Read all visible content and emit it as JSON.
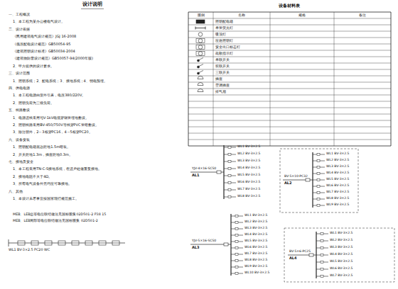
{
  "diagram": {
    "title": "设计说明",
    "labels": [
      "设备材料表",
      "一、工程概况",
      "1、本工程为某办公楼电气设计。",
      "二、设计依据",
      "《民用建筑电气设计规范》JGJ 16-2008",
      "《低压配电设计规范》GB50054-95",
      "《建筑照明设计标准》GB50034-2004",
      "《建筑物防雷设计规范》GB50057-94(2000年版)",
      "2、甲方提供的设计要求。",
      "三、设计范围",
      "1、照明系统；2、配电系统；3、接地系统；4、弱电预埋。",
      "四、供电电源",
      "1、本工程电源由室外引来，电压380/220V。",
      "2、照明负荷为三级负荷。",
      "五、线路敷设",
      "1、电源进线采用YJV-1kV电缆穿钢管埋地敷设。",
      "2、照明线路采用BV-450/750V导线穿PVC管暗敷设。",
      "3、除注明外，2～3根穿PC16，4～5根穿PC20。",
      "六、设备安装",
      "1、照明配电箱底边距地1.5m暗装。",
      "2、开关距地1.3m，插座距地0.3m。",
      "七、接地及安全",
      "1、本工程采用TN-C-S接地系统，在进户处做重复接地。",
      "2、接地电阻不大于4Ω。",
      "3、所有电气设备外壳均应可靠接地。",
      "八、其他",
      "1、本设计未尽事宜按国家现行规范施工。",
      "MEB、LEB总等电位联结做法见国标图集02D501-2 P38 15",
      "MEB、LEB局部等电位联结做法见国标图集 02D501-2",
      "WL1 BV-3×2.5 PC20 WC",
      "图例",
      "名称",
      "规格",
      "备注",
      "照明配电箱",
      "单管荧光灯",
      "吸顶灯",
      "应急照明灯",
      "安全出口标志灯",
      "疏散指示灯",
      "单联开关",
      "双联开关",
      "三联开关",
      "插座",
      "空调插座",
      "排气扇",
      "AL1",
      "YJV-4×16-SC50",
      "WL1 BV-3×2.5",
      "WL2 BV-3×2.5",
      "WL3 BV-3×2.5",
      "WL4 BV-3×2.5",
      "WL5 BV-3×2.5",
      "WL6 BV-3×2.5",
      "WL7 BV-3×2.5",
      "WL8 BV-3×2.5",
      "AL2",
      "BV-5×10-PC32",
      "WL1 BV-3×2.5",
      "WL2 BV-3×2.5",
      "WL3 BV-3×2.5",
      "WL4 BV-3×2.5",
      "WL5 BV-3×2.5",
      "WL6 BV-3×2.5",
      "WL7 BV-3×2.5",
      "WL8 BV-3×2.5",
      "WL9 BV-3×2.5",
      "AL3",
      "YJV-5×16-SC50",
      "WL1 BV-3×2.5",
      "WL2 BV-3×2.5",
      "WL3 BV-3×2.5",
      "WL4 BV-3×2.5",
      "WL5 BV-3×2.5",
      "WL6 BV-3×2.5",
      "WL7 BV-3×2.5",
      "WL8 BV-3×2.5",
      "WL9 BV-3×2.5",
      "WL10 BV-3×2.5",
      "AL4",
      "BV-5×6-PC25",
      "WL1 BV-3×2.5",
      "WL2 BV-3×2.5",
      "WL3 BV-3×2.5",
      "WL4 BV-3×2.5",
      "WL5 BV-3×2.5",
      "WL6 BV-3×2.5",
      "WL7 BV-3×2.5"
    ]
  }
}
